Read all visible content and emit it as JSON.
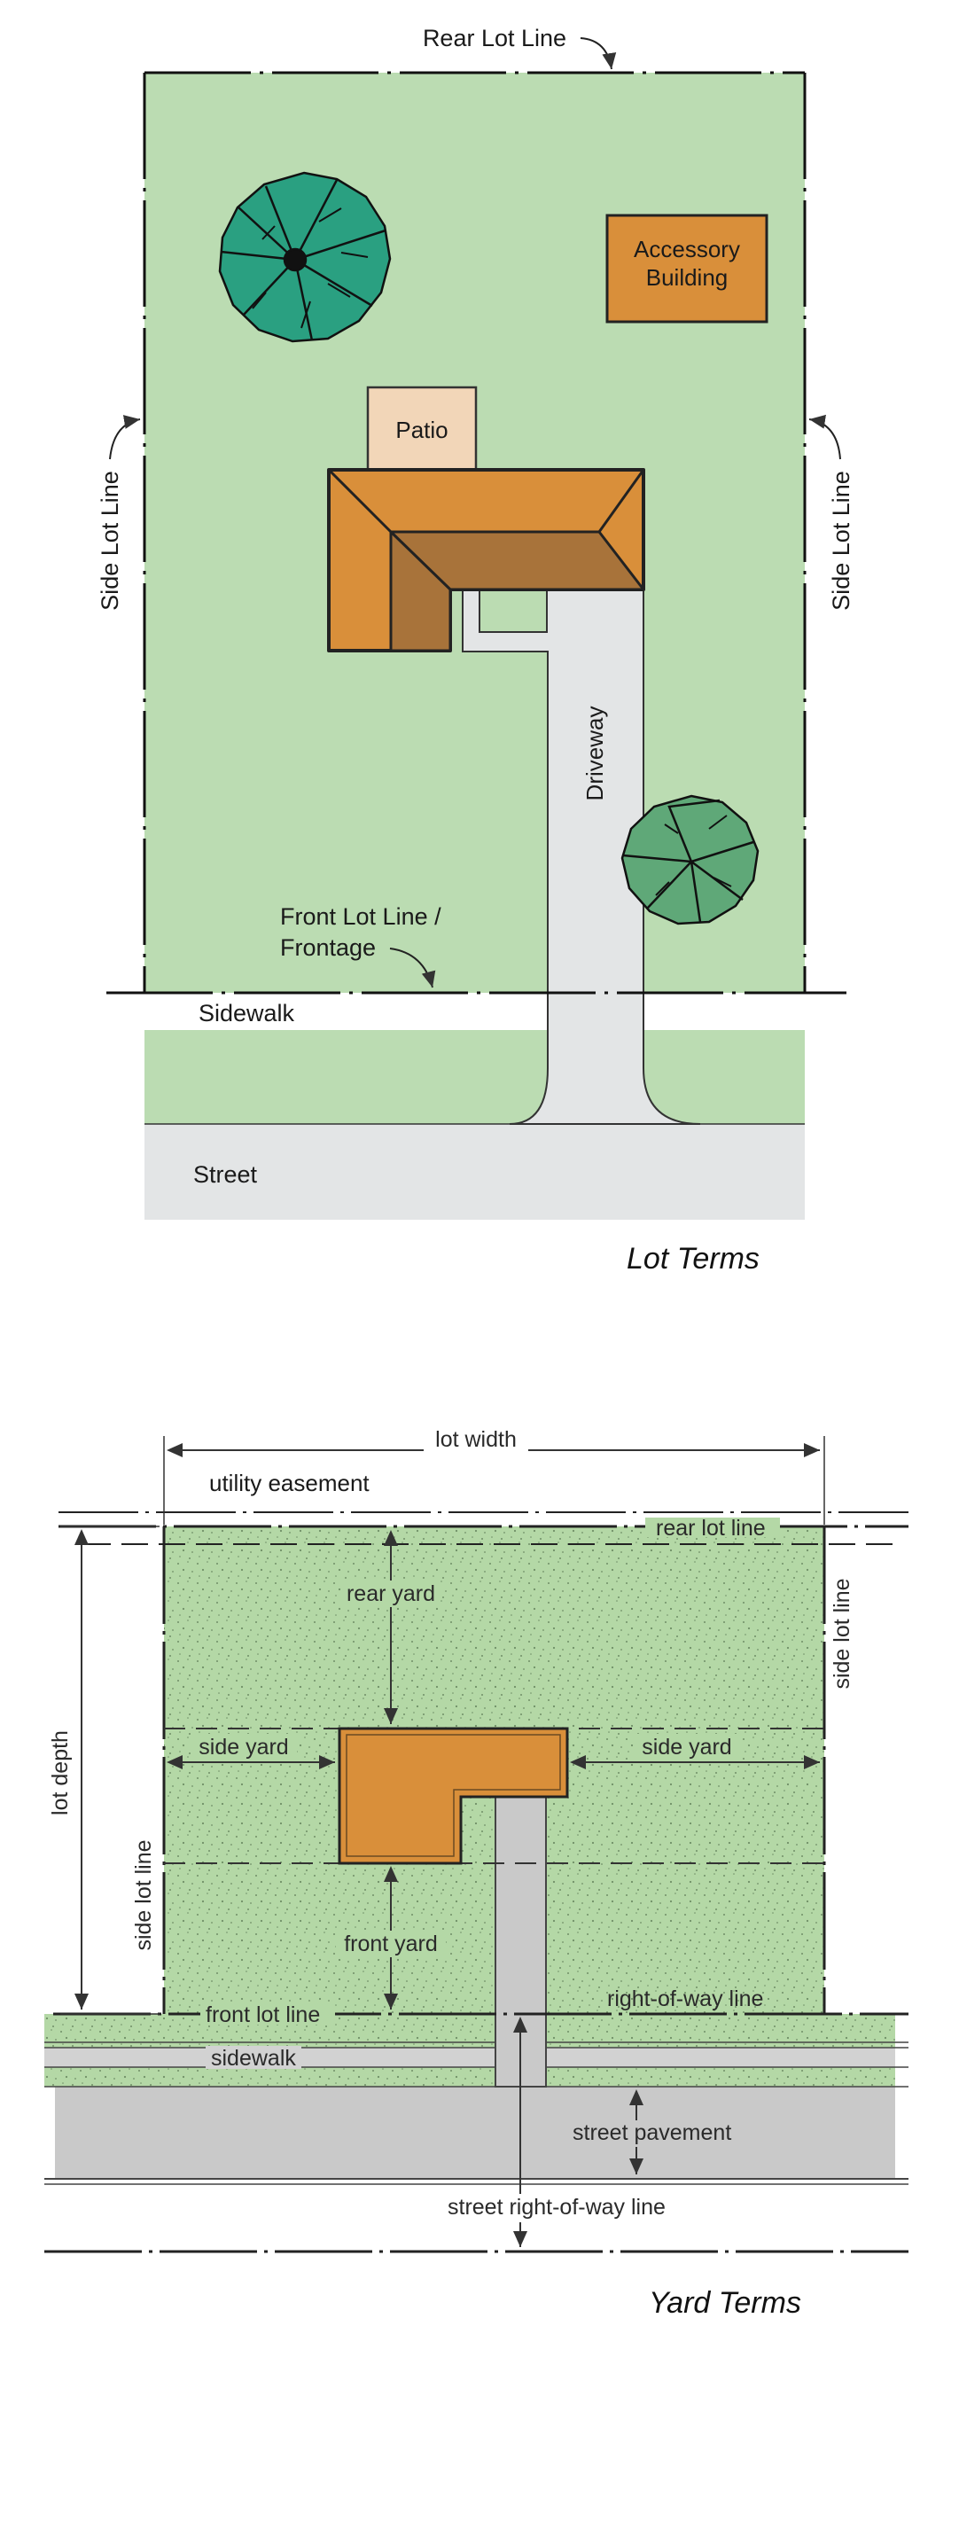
{
  "lot_terms": {
    "rear_lot_line": "Rear Lot Line",
    "side_lot_line_left": "Side Lot Line",
    "side_lot_line_right": "Side Lot Line",
    "accessory_building_1": "Accessory",
    "accessory_building_2": "Building",
    "patio": "Patio",
    "driveway": "Driveway",
    "front_lot_line_1": "Front Lot Line /",
    "front_lot_line_2": "Frontage",
    "sidewalk": "Sidewalk",
    "street": "Street",
    "caption": "Lot Terms"
  },
  "yard_terms": {
    "lot_width": "lot width",
    "utility_easement": "utility easement",
    "rear_lot_line": "rear lot line",
    "side_lot_line_right": "side lot line",
    "side_lot_line_left": "side lot line",
    "rear_yard": "rear yard",
    "side_yard_left": "side yard",
    "side_yard_right": "side yard",
    "lot_depth": "lot depth",
    "front_yard": "front yard",
    "front_lot_line": "front lot line",
    "right_of_way_line_top": "right-of-way line",
    "sidewalk": "sidewalk",
    "street_pavement": "street pavement",
    "street_right_of_way_line": "street right-of-way line",
    "caption": "Yard Terms"
  },
  "colors": {
    "lawn": "#bbdcb2",
    "house": "#d98f3a",
    "house_shadow": "#a8733a",
    "patio": "#f2d6b8",
    "pavement": "#e3e5e6",
    "tree_dark": "#2aa081",
    "tree_light": "#5fa878",
    "yard_fill": "#b4d8a6",
    "yard_pavement": "#c9c9c9"
  }
}
